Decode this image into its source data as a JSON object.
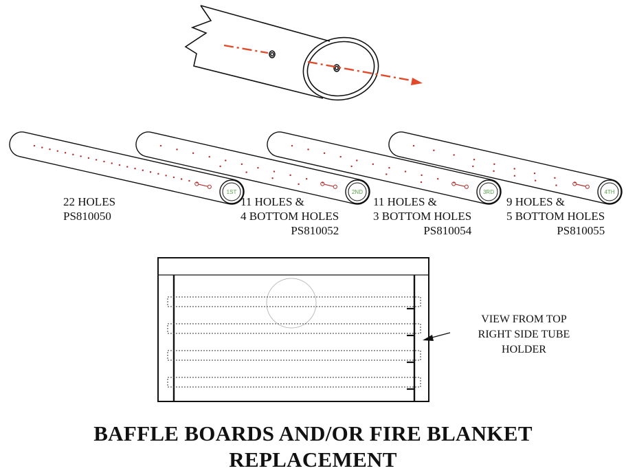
{
  "tubes": [
    {
      "ordinal": "1ST",
      "holes_text": "22 HOLES",
      "bottom_holes_text": "",
      "part": "PS810050"
    },
    {
      "ordinal": "2ND",
      "holes_text": "11 HOLES &",
      "bottom_holes_text": "4 BOTTOM HOLES",
      "part": "PS810052"
    },
    {
      "ordinal": "3RD",
      "holes_text": "11 HOLES &",
      "bottom_holes_text": "3 BOTTOM HOLES",
      "part": "PS810054"
    },
    {
      "ordinal": "4TH",
      "holes_text": "9 HOLES &",
      "bottom_holes_text": "5 BOTTOM HOLES",
      "part": "PS810055"
    }
  ],
  "view_note": {
    "line1": "VIEW FROM TOP",
    "line2": "RIGHT SIDE TUBE",
    "line3": "HOLDER"
  },
  "title": {
    "line1": "BAFFLE BOARDS AND/OR FIRE BLANKET",
    "line2": "REPLACEMENT"
  },
  "colors": {
    "line": "#111111",
    "hole": "#b03030",
    "arrow": "#e04a2a",
    "ordinal": "#5aa04a"
  }
}
